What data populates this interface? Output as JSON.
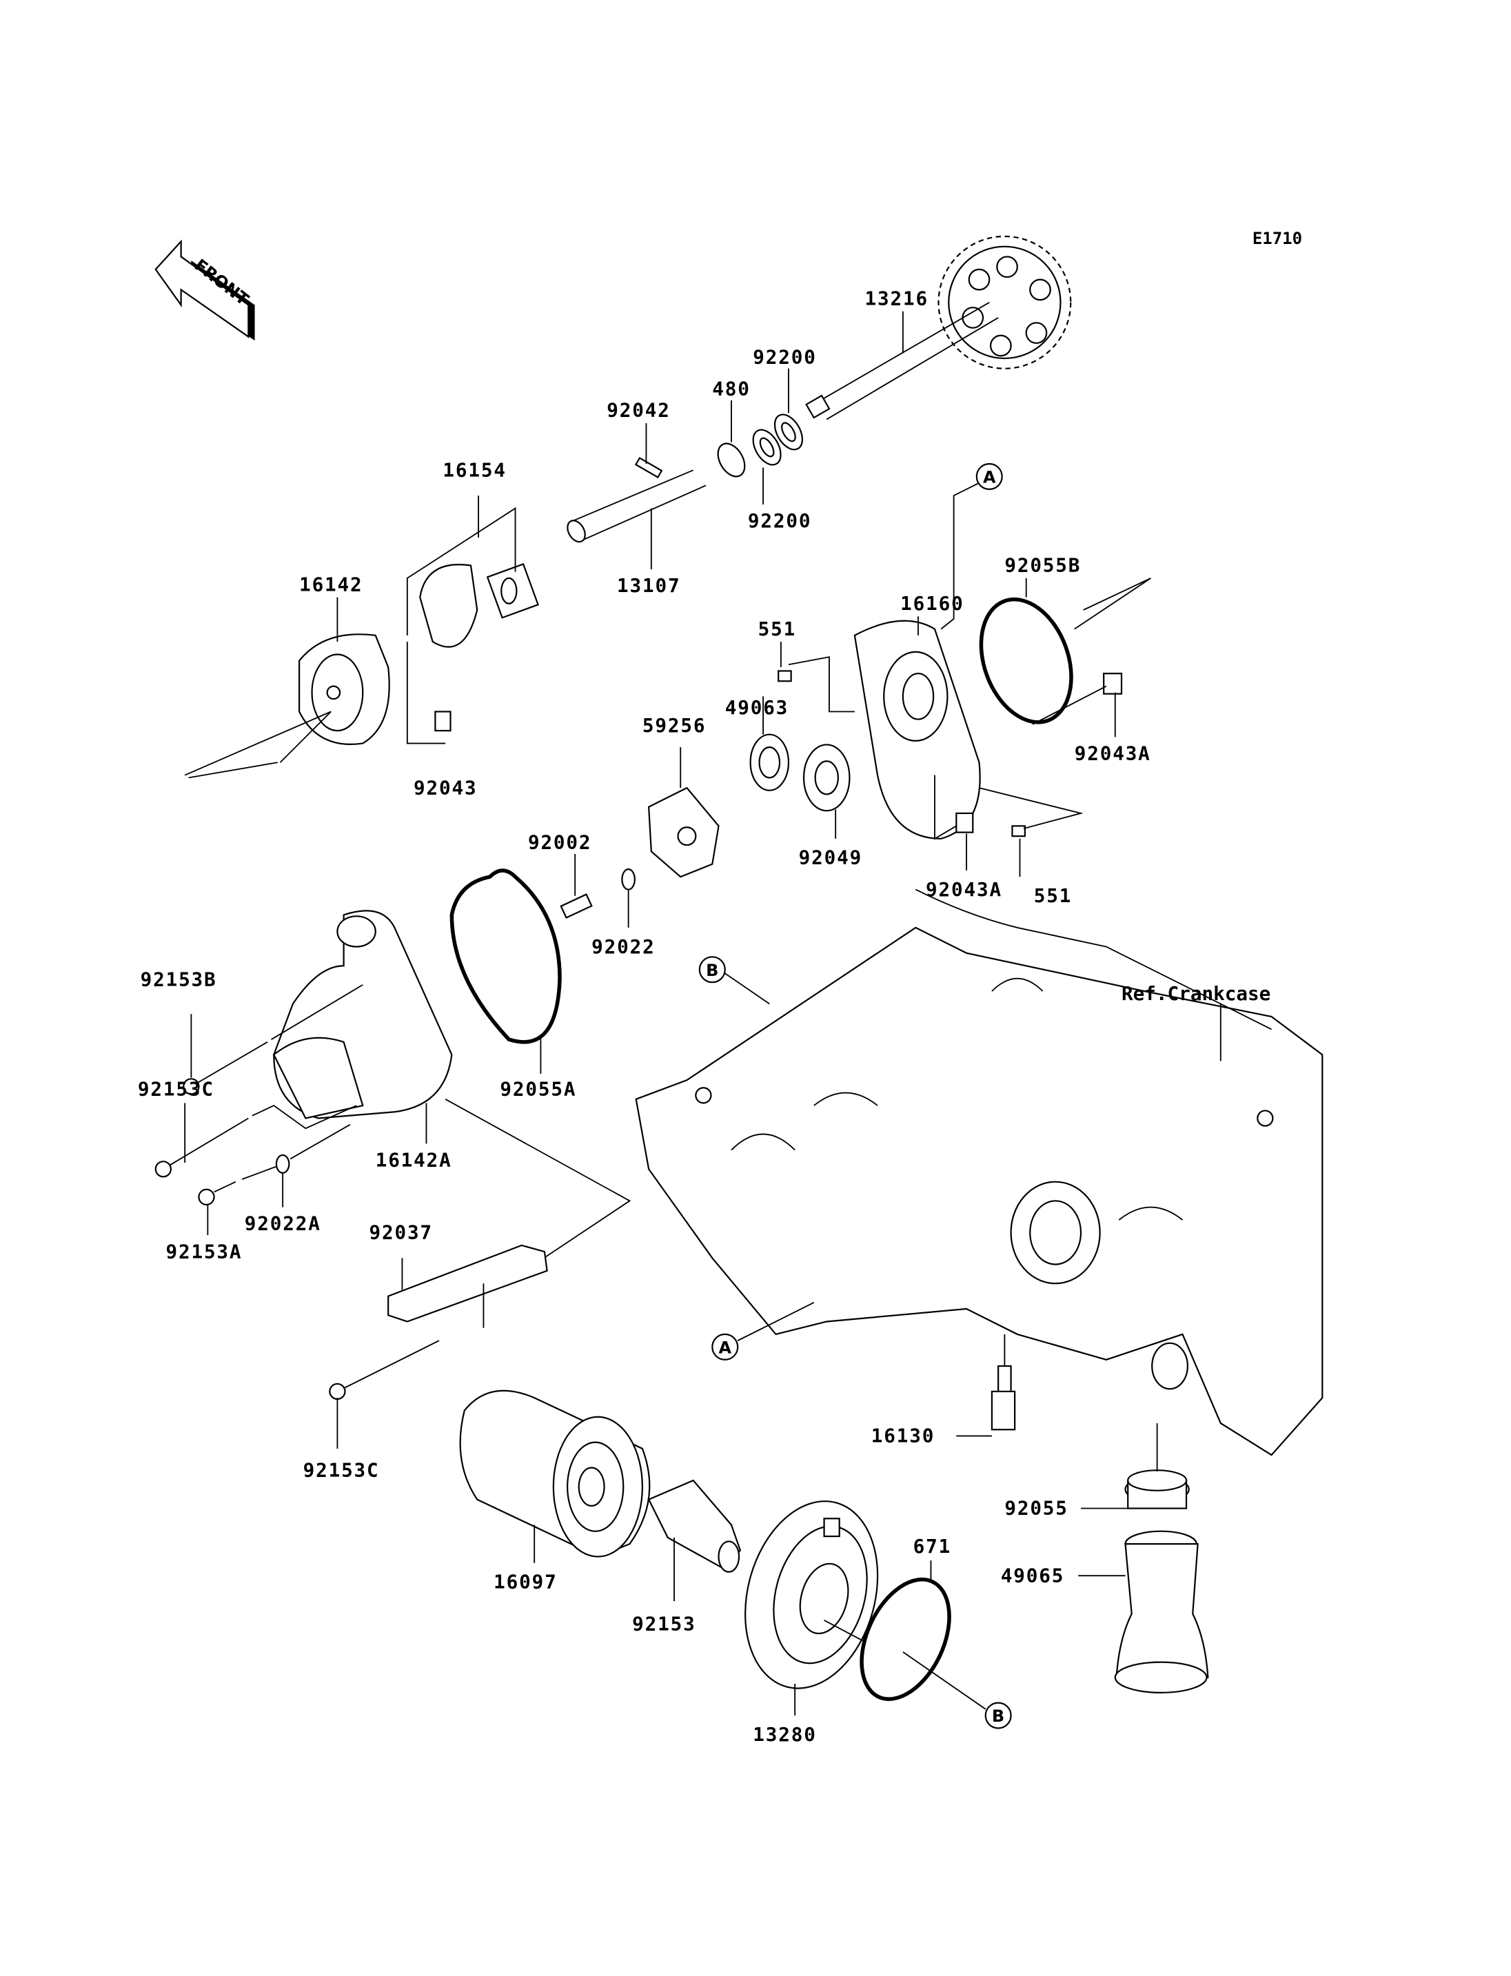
{
  "diagram": {
    "code": "E1710",
    "front_label": "FRONT",
    "ref_label": "Ref.Crankcase",
    "callouts": {
      "A": "A",
      "B": "B"
    },
    "parts": {
      "p13216": "13216",
      "p92200a": "92200",
      "p92200b": "92200",
      "p480": "480",
      "p92042": "92042",
      "p16154": "16154",
      "p13107": "13107",
      "p16142": "16142",
      "p92043": "92043",
      "p16160": "16160",
      "p92055B": "92055B",
      "p551a": "551",
      "p551b": "551",
      "p49063": "49063",
      "p59256": "59256",
      "p92049": "92049",
      "p92043Aa": "92043A",
      "p92043Ab": "92043A",
      "p92002": "92002",
      "p92022": "92022",
      "p92055A": "92055A",
      "p92153B": "92153B",
      "p92153Ca": "92153C",
      "p16142A": "16142A",
      "p92022A": "92022A",
      "p92153A": "92153A",
      "p92037": "92037",
      "p92153Cb": "92153C",
      "p16097": "16097",
      "p92153": "92153",
      "p13280": "13280",
      "p671": "671",
      "p16130": "16130",
      "p92055": "92055",
      "p49065": "49065"
    }
  }
}
